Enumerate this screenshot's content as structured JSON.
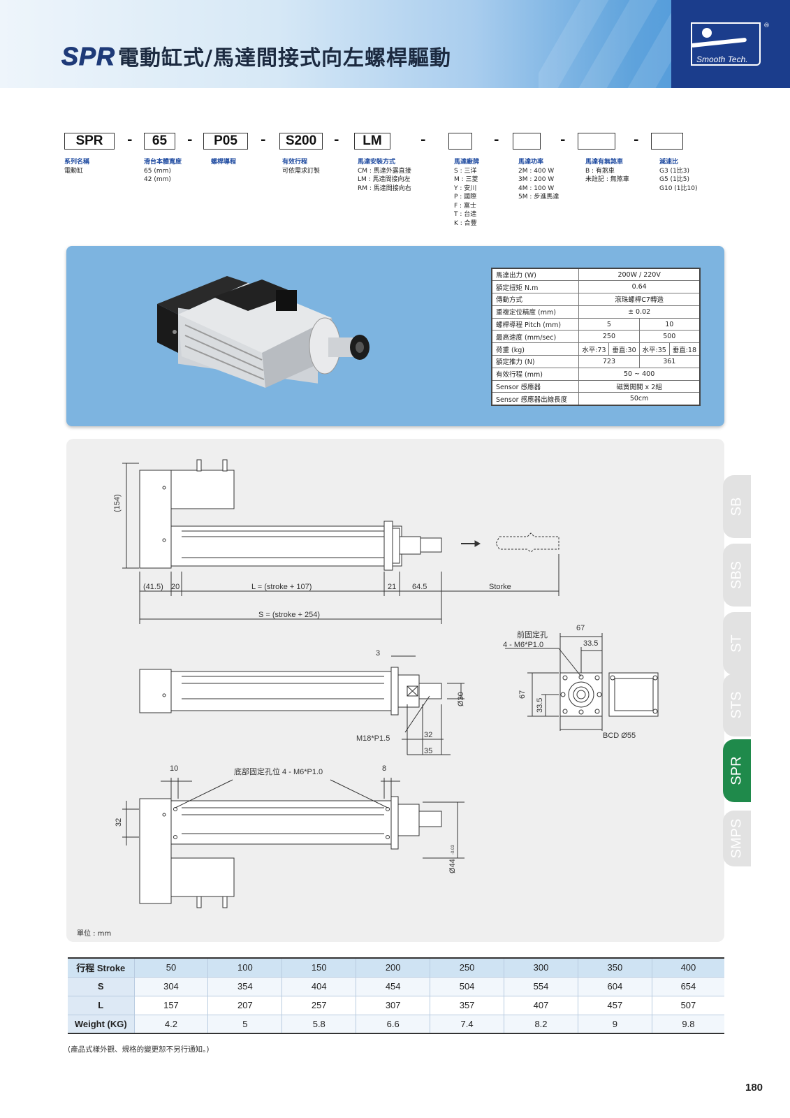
{
  "header": {
    "series": "SPR",
    "title": "電動缸式/馬達間接式向左螺桿驅動",
    "logo_text": "Smooth Tech.",
    "reg_mark": "®"
  },
  "model_code": {
    "boxes": [
      "SPR",
      "65",
      "P05",
      "S200",
      "LM",
      "",
      "",
      "",
      ""
    ],
    "dash": "-",
    "columns": [
      {
        "label": "系列名稱",
        "lines": [
          "電動缸"
        ]
      },
      {
        "label": "滑台本體寬度",
        "lines": [
          "65 (mm)",
          "42 (mm)"
        ]
      },
      {
        "label": "螺桿導程",
        "lines": []
      },
      {
        "label": "有效行程",
        "lines": [
          "可依需求訂製"
        ]
      },
      {
        "label": "馬達安裝方式",
        "lines": [
          "CM : 馬達外露直接",
          "LM : 馬達間接向左",
          "RM : 馬達間接向右"
        ]
      },
      {
        "label": "馬達廠牌",
        "lines": [
          "S : 三洋",
          "M : 三菱",
          "Y : 安川",
          "P : 國際",
          "F : 富士",
          "T : 台達",
          "K : 合豐"
        ]
      },
      {
        "label": "馬達功率",
        "lines": [
          "2M : 400 W",
          "3M : 200 W",
          "4M : 100 W",
          "5M : 步進馬達"
        ]
      },
      {
        "label": "馬達有無煞車",
        "lines": [
          "B : 有煞車",
          "未註記 : 無煞車"
        ]
      },
      {
        "label": "減速比",
        "lines": [
          "G3  (1比3)",
          "G5  (1比5)",
          "G10  (1比10)"
        ]
      }
    ]
  },
  "spec": {
    "rows": [
      {
        "k": "馬達出力 (W)",
        "v": [
          "200W / 220V"
        ]
      },
      {
        "k": "額定扭矩 N.m",
        "v": [
          "0.64"
        ]
      },
      {
        "k": "傳動方式",
        "v": [
          "滾珠螺桿C7轉造"
        ]
      },
      {
        "k": "重複定位精度 (mm)",
        "v": [
          "± 0.02"
        ]
      },
      {
        "k": "螺桿導程  Pitch (mm)",
        "v": [
          "5",
          "10"
        ]
      },
      {
        "k": "最高速度 (mm/sec)",
        "v": [
          "250",
          "500"
        ]
      },
      {
        "k": "荷重 (kg)",
        "v": [
          "水平:73",
          "垂直:30",
          "水平:35",
          "垂直:18"
        ]
      },
      {
        "k": "額定推力  (N)",
        "v": [
          "723",
          "361"
        ]
      },
      {
        "k": "有效行程 (mm)",
        "v": [
          "50 ~ 400"
        ]
      },
      {
        "k": "Sensor 感應器",
        "v": [
          "磁簧開關 x 2組"
        ]
      },
      {
        "k": "Sensor 感應器出線長度",
        "v": [
          "50cm"
        ]
      }
    ]
  },
  "drawing": {
    "dim_154": "(154)",
    "dim_415": "(41.5)",
    "dim_20": "20",
    "dim_L": "L = (stroke + 107)",
    "dim_21": "21",
    "dim_645": "64.5",
    "dim_storke": "Storke",
    "dim_S": "S = (stroke + 254)",
    "dim_3": "3",
    "dim_d30": "Ø30",
    "dim_m18": "M18*P1.5",
    "dim_32": "32",
    "dim_35": "35",
    "front_hole": "前固定孔",
    "front_hole_spec": "4 - M6*P1.0",
    "dim_67t": "67",
    "dim_335t": "33.5",
    "dim_67l": "67",
    "dim_335l": "33.5",
    "bcd": "BCD Ø55",
    "dim_10": "10",
    "bottom_hole": "底部固定孔位 4 - M6*P1.0",
    "dim_8": "8",
    "dim_32v": "32",
    "dim_d44": "Ø44",
    "dim_d44_tol": "-0.03",
    "unit": "單位 : mm"
  },
  "tabs": [
    "SB",
    "SBS",
    "ST",
    "STS",
    "SPR",
    "SMPS"
  ],
  "active_tab": "SPR",
  "stroke_table": {
    "rows": [
      {
        "h": "行程  Stroke",
        "v": [
          "50",
          "100",
          "150",
          "200",
          "250",
          "300",
          "350",
          "400"
        ]
      },
      {
        "h": "S",
        "v": [
          "304",
          "354",
          "404",
          "454",
          "504",
          "554",
          "604",
          "654"
        ]
      },
      {
        "h": "L",
        "v": [
          "157",
          "207",
          "257",
          "307",
          "357",
          "407",
          "457",
          "507"
        ]
      },
      {
        "h": "Weight (KG)",
        "v": [
          "4.2",
          "5",
          "5.8",
          "6.6",
          "7.4",
          "8.2",
          "9",
          "9.8"
        ]
      }
    ]
  },
  "note": "(產品式樣外觀、規格的變更恕不另行通知。)",
  "page_number": "180",
  "colors": {
    "brand": "#1b3d8c",
    "panel": "#7db4e0",
    "active_tab": "#1f8a4b"
  }
}
